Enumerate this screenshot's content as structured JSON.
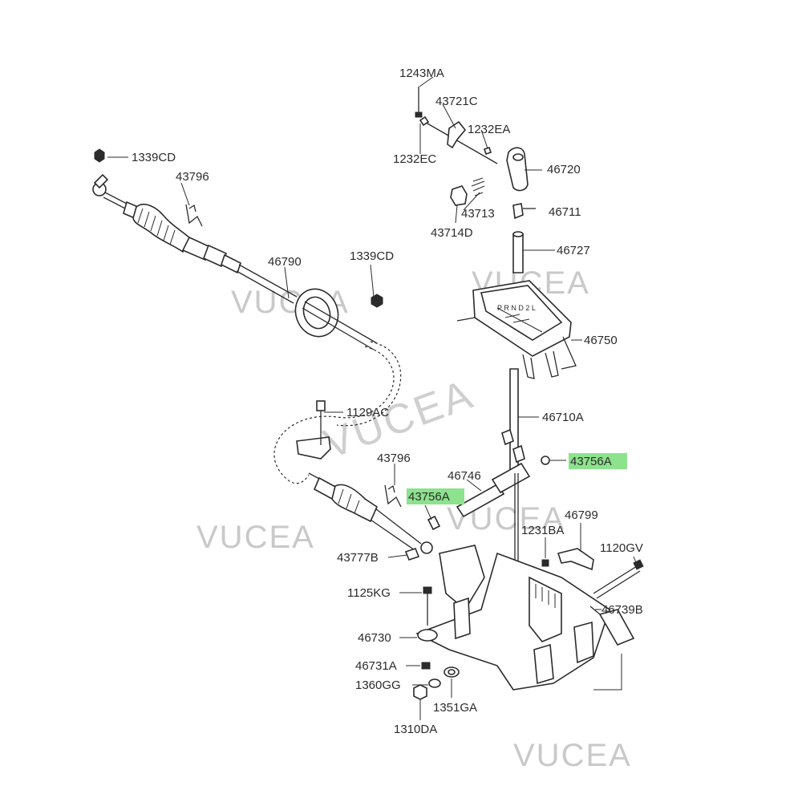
{
  "diagram": {
    "parts": {
      "p1243MA": "1243MA",
      "p43721C": "43721C",
      "p1232EA": "1232EA",
      "p1232EC": "1232EC",
      "p46720": "46720",
      "p43713": "43713",
      "p43714D": "43714D",
      "p46711": "46711",
      "p46727": "46727",
      "p1339CD_top": "1339CD",
      "p43796_top": "43796",
      "p46790": "46790",
      "p1339CD_mid": "1339CD",
      "p46750": "46750",
      "p46710A": "46710A",
      "p1129AC": "1129AC",
      "p43756A_right": "43756A",
      "p43796_bottom": "43796",
      "p46746": "46746",
      "p43756A_left": "43756A",
      "p46799": "46799",
      "p1231BA": "1231BA",
      "p1120GV": "1120GV",
      "p43777B": "43777B",
      "p1125KG": "1125KG",
      "p46739B": "46739B",
      "p46730": "46730",
      "p46731A": "46731A",
      "p1360GG": "1360GG",
      "p1351GA": "1351GA",
      "p1310DA": "1310DA"
    },
    "highlight_color": "#8de28d",
    "watermark": "VUCEA"
  }
}
